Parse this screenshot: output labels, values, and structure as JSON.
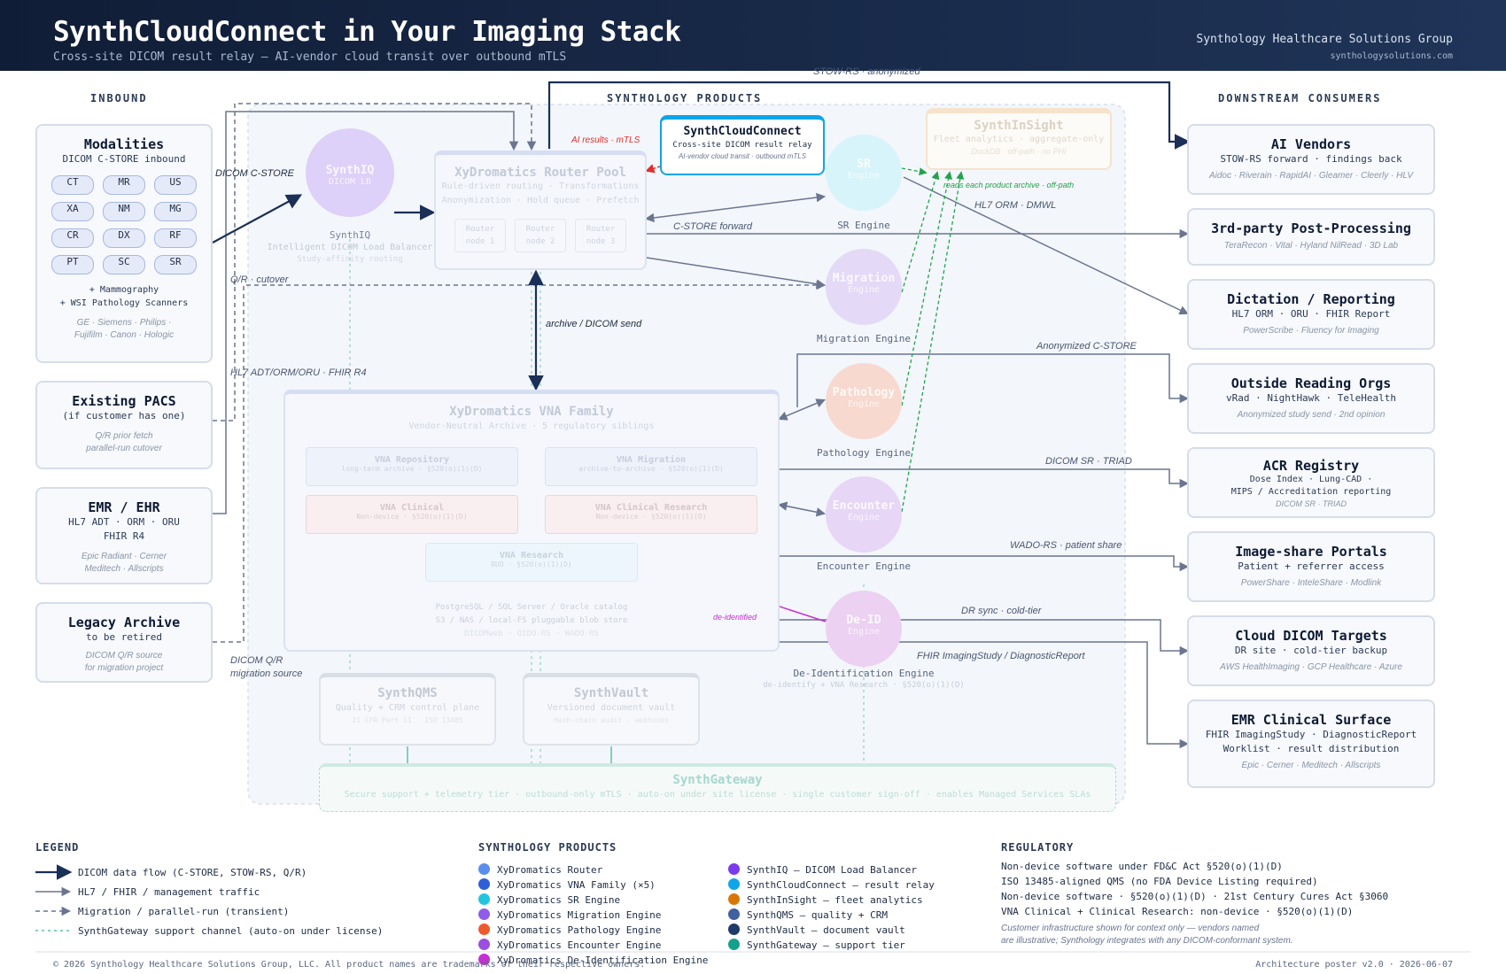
{
  "header": {
    "title": "SynthCloudConnect in Your Imaging Stack",
    "subtitle": "Cross-site DICOM result relay — AI-vendor cloud transit over outbound mTLS",
    "org": "Synthology Healthcare Solutions Group",
    "url": "synthologysolutions.com"
  },
  "sections": {
    "inbound": "INBOUND",
    "products": "SYNTHOLOGY PRODUCTS",
    "downstream": "DOWNSTREAM CONSUMERS"
  },
  "inbound": {
    "modalities": {
      "title": "Modalities",
      "sub": "DICOM C-STORE inbound",
      "codes": [
        "CT",
        "MR",
        "US",
        "XA",
        "NM",
        "MG",
        "CR",
        "DX",
        "RF",
        "PT",
        "SC",
        "SR"
      ],
      "extra1": "+ Mammography",
      "extra2": "+ WSI Pathology Scanners",
      "vendors1": "GE · Siemens · Philips ·",
      "vendors2": "Fujifilm · Canon · Hologic"
    },
    "pacs": {
      "title": "Existing PACS",
      "sub": "(if customer has one)",
      "n1": "Q/R prior fetch",
      "n2": "parallel-run cutover"
    },
    "emr": {
      "title": "EMR / EHR",
      "sub1": "HL7 ADT · ORM · ORU",
      "sub2": "FHIR R4",
      "n1": "Epic Radiant · Cerner",
      "n2": "Meditech · Allscripts"
    },
    "legacy": {
      "title": "Legacy Archive",
      "sub": "to be retired",
      "n1": "DICOM Q/R source",
      "n2": "for migration project"
    }
  },
  "products": {
    "synthiq": {
      "title": "SynthIQ",
      "sub": "DICOM LB",
      "cap": "SynthIQ",
      "cap2": "Intelligent DICOM Load Balancer",
      "cap3": "Study-affinity routing"
    },
    "router": {
      "title": "XyDromatics Router Pool",
      "l1": "Rule-driven routing · Transformations",
      "l2": "Anonymization · Hold queue · Prefetch",
      "nodes": [
        {
          "name": "Router",
          "id": "node 1"
        },
        {
          "name": "Router",
          "id": "node 2"
        },
        {
          "name": "Router",
          "id": "node 3"
        }
      ]
    },
    "scc": {
      "title": "SynthCloudConnect",
      "sub": "Cross-site DICOM result relay",
      "note": "AI-vendor cloud transit · outbound mTLS"
    },
    "insight": {
      "title": "SynthInSight",
      "sub": "Fleet analytics · aggregate-only",
      "note": "DuckDB · off-path · no PHI"
    },
    "vna": {
      "title": "XyDromatics VNA Family",
      "sub": "Vendor-Neutral Archive · 5 regulatory siblings",
      "repo": {
        "t": "VNA Repository",
        "s": "long-term archive · §520(o)(1)(D)"
      },
      "mig": {
        "t": "VNA Migration",
        "s": "archive-to-archive · §520(o)(1)(D)"
      },
      "clin": {
        "t": "VNA Clinical",
        "s": "Non-device · §520(o)(1)(D)"
      },
      "clinres": {
        "t": "VNA Clinical Research",
        "s": "Non-device · §520(o)(1)(D)"
      },
      "res": {
        "t": "VNA Research",
        "s": "RUO · §520(o)(1)(D)"
      },
      "f1": "PostgreSQL / SQL Server / Oracle catalog",
      "f2": "S3 / NAS / local-FS pluggable blob store",
      "f3": "DICOMweb · QIDO-RS · WADO-RS"
    },
    "engines": {
      "sr": {
        "t": "SR",
        "s": "Engine",
        "cap": "SR Engine"
      },
      "mig": {
        "t": "Migration",
        "s": "Engine",
        "cap": "Migration Engine"
      },
      "path": {
        "t": "Pathology",
        "s": "Engine",
        "cap": "Pathology Engine"
      },
      "enc": {
        "t": "Encounter",
        "s": "Engine",
        "cap": "Encounter Engine"
      },
      "deid": {
        "t": "De-ID",
        "s": "Engine",
        "cap": "De-Identification Engine",
        "cap2": "de-identify + VNA Research · §520(o)(1)(D)"
      }
    },
    "qms": {
      "t": "SynthQMS",
      "s": "Quality + CRM control plane",
      "n": "21 CFR Part 11 · ISO 13485"
    },
    "vault": {
      "t": "SynthVault",
      "s": "Versioned document vault",
      "n": "Hash-chain audit · webhooks"
    },
    "gateway": {
      "t": "SynthGateway",
      "s": "Secure support + telemetry tier · outbound-only mTLS · auto-on under site license · single customer sign-off · enables Managed Services SLAs"
    }
  },
  "edge_labels": {
    "stow": "STOW-RS · anonymized",
    "dicom_cstore": "DICOM C-STORE",
    "ai_results": "AI results · mTLS",
    "cstore_fwd": "C-STORE forward",
    "qr": "Q/R · cutover",
    "hl7": "HL7 ADT/ORM/ORU · FHIR R4",
    "archive": "archive / DICOM send",
    "reads": "reads each product archive · off-path",
    "hl7orm": "HL7 ORM · DMWL",
    "anon": "Anonymized C-STORE",
    "srtriad": "DICOM SR · TRIAD",
    "wado": "WADO-RS · patient share",
    "drsync": "DR sync · cold-tier",
    "fhir": "FHIR ImagingStudy / DiagnosticReport",
    "deidentified": "de-identified",
    "qrsrc1": "DICOM Q/R",
    "qrsrc2": "migration source"
  },
  "downstream": [
    {
      "title": "AI Vendors",
      "sub": "STOW-RS forward · findings back",
      "note": "Aidoc · Riverain · RapidAI · Gleamer · Cleerly · HLV"
    },
    {
      "title": "3rd-party Post-Processing",
      "sub": "",
      "note": "TeraRecon · Vital · Hyland NilRead · 3D Lab"
    },
    {
      "title": "Dictation / Reporting",
      "sub": "HL7 ORM · ORU · FHIR Report",
      "note": "PowerScribe · Fluency for Imaging"
    },
    {
      "title": "Outside Reading Orgs",
      "sub": "vRad · NightHawk · TeleHealth",
      "note": "Anonymized study send · 2nd opinion"
    },
    {
      "title": "ACR Registry",
      "sub": "Dose Index · Lung-CAD ·",
      "sub2": "MIPS / Accreditation reporting",
      "note": "DICOM SR · TRIAD"
    },
    {
      "title": "Image-share Portals",
      "sub": "Patient + referrer access",
      "note": "PowerShare · InteleShare · Modlink"
    },
    {
      "title": "Cloud DICOM Targets",
      "sub": "DR site · cold-tier backup",
      "note": "AWS HealthImaging · GCP Healthcare · Azure"
    },
    {
      "title": "EMR Clinical Surface",
      "sub": "FHIR ImagingStudy · DiagnosticReport",
      "sub2": "Worklist · result distribution",
      "note": "Epic · Cerner · Meditech · Allscripts"
    }
  ],
  "legend": {
    "title": "LEGEND",
    "items": [
      "DICOM data flow (C-STORE, STOW-RS, Q/R)",
      "HL7 / FHIR / management traffic",
      "Migration / parallel-run (transient)",
      "SynthGateway support channel (auto-on under license)"
    ],
    "products_title": "SYNTHOLOGY PRODUCTS",
    "products_left": [
      {
        "label": "XyDromatics Router",
        "color": "#5b8def"
      },
      {
        "label": "XyDromatics VNA Family (×5)",
        "color": "#2f5fd8"
      },
      {
        "label": "XyDromatics SR Engine",
        "color": "#22c5e0"
      },
      {
        "label": "XyDromatics Migration Engine",
        "color": "#8f5be8"
      },
      {
        "label": "XyDromatics Pathology Engine",
        "color": "#ef5a2c"
      },
      {
        "label": "XyDromatics Encounter Engine",
        "color": "#9a4fe0"
      },
      {
        "label": "XyDromatics De-Identification Engine",
        "color": "#c62fd4"
      }
    ],
    "products_right": [
      {
        "label": "SynthIQ — DICOM Load Balancer",
        "color": "#7c3aed"
      },
      {
        "label": "SynthCloudConnect — result relay",
        "color": "#0ea5e9"
      },
      {
        "label": "SynthInSight — fleet analytics",
        "color": "#d97706"
      },
      {
        "label": "SynthQMS — quality + CRM",
        "color": "#3f5f9e"
      },
      {
        "label": "SynthVault — document vault",
        "color": "#1e3a6b"
      },
      {
        "label": "SynthGateway — support tier",
        "color": "#14a08c"
      }
    ],
    "reg_title": "REGULATORY",
    "reg": [
      "Non-device software under FD&C Act §520(o)(1)(D)",
      "ISO 13485-aligned QMS (no FDA Device Listing required)",
      "Non-device software · §520(o)(1)(D) · 21st Century Cures Act §3060",
      "VNA Clinical + Clinical Research: non-device · §520(o)(1)(D)"
    ],
    "reg_note1": "Customer infrastructure shown for context only — vendors named",
    "reg_note2": "are illustrative; Synthology integrates with any DICOM-conformant system."
  },
  "footer": {
    "copyright": "© 2026 Synthology Healthcare Solutions Group, LLC. All product names are trademarks of their respective owners.",
    "version": "Architecture poster v2.0 · 2026-06-07"
  }
}
